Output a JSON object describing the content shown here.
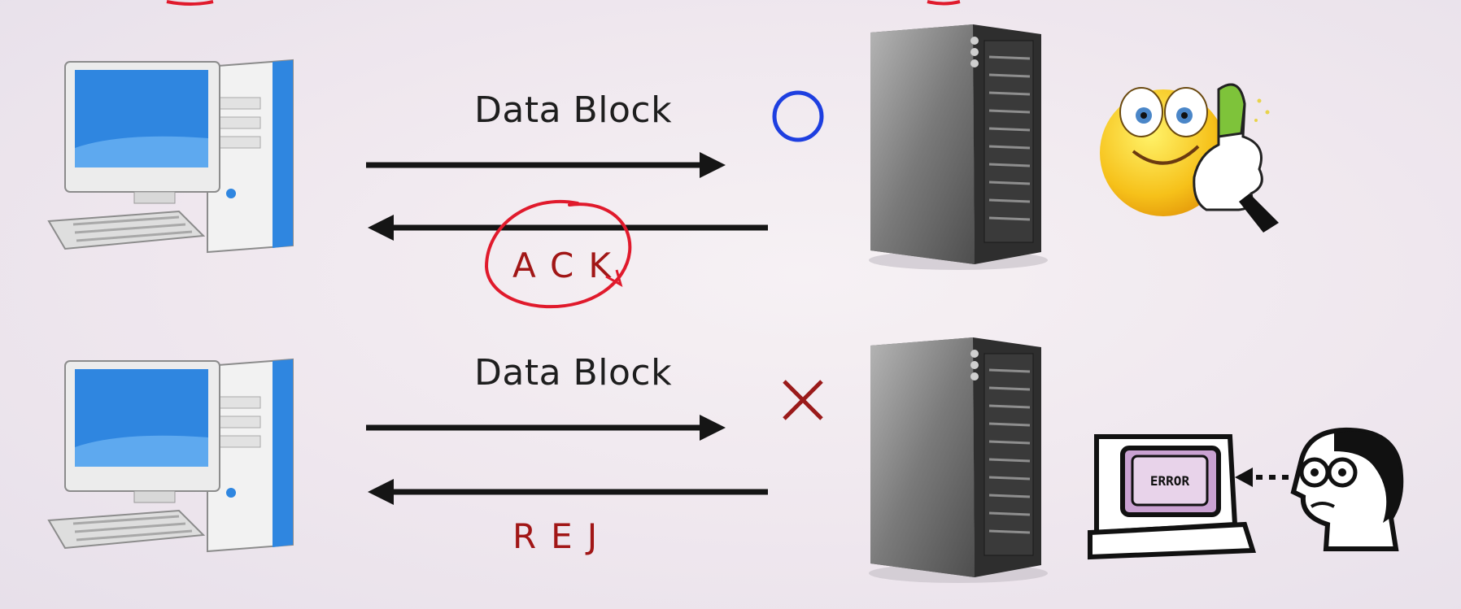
{
  "rows": [
    {
      "forward_label": "Data Block",
      "reply_label": "ACK",
      "status_mark": "circle",
      "status_color": "#1e3fe0",
      "reaction": "thumbs-up-smiley"
    },
    {
      "forward_label": "Data Block",
      "reply_label": "REJ",
      "status_mark": "cross",
      "status_color": "#9a1a1a",
      "reaction": "error-screen-person"
    }
  ],
  "icons": {
    "client": "desktop-computer-icon",
    "server": "server-tower-icon",
    "ok": "circle-icon",
    "fail": "cross-icon",
    "happy": "thumbs-up-smiley-icon",
    "error": "error-monitor-icon",
    "error_screen_text": "ERROR"
  },
  "colors": {
    "arrow": "#151515",
    "annotation_red": "#e01a2c",
    "label_red": "#a11616",
    "monitor_blue": "#2f86e0",
    "server_gray": "#6b6b6b"
  }
}
